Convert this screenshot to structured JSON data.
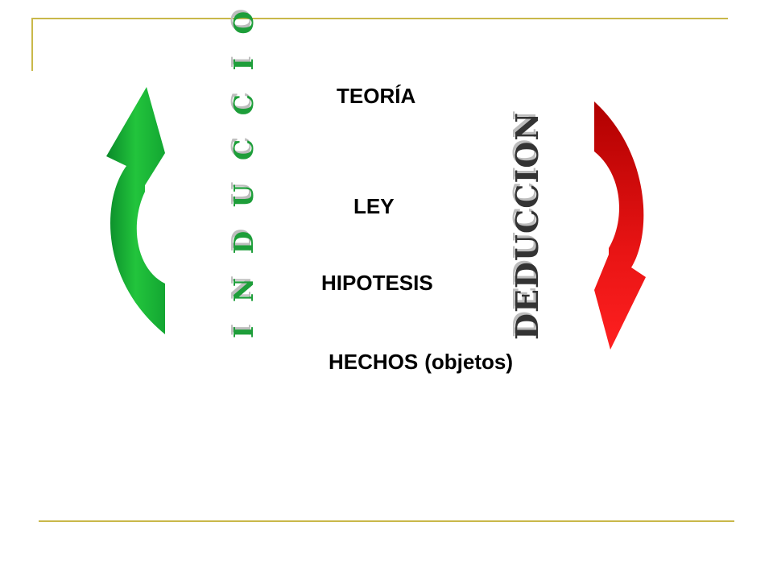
{
  "slide": {
    "levels": {
      "teoria": "TEORÍA",
      "ley": "LEY",
      "hipotesis": "HIPOTESIS",
      "hechos": "HECHOS",
      "hechos_note": "(objetos)"
    },
    "induction_label": "I N D U C C I O N",
    "deduction_label": "DEDUCCION"
  },
  "colors": {
    "frame_line": "#c9b84a",
    "induction_arrow": "#1fc43a",
    "deduction_arrow": "#e01010",
    "induction_text": "#1e9e3a",
    "deduction_text": "#333333"
  }
}
